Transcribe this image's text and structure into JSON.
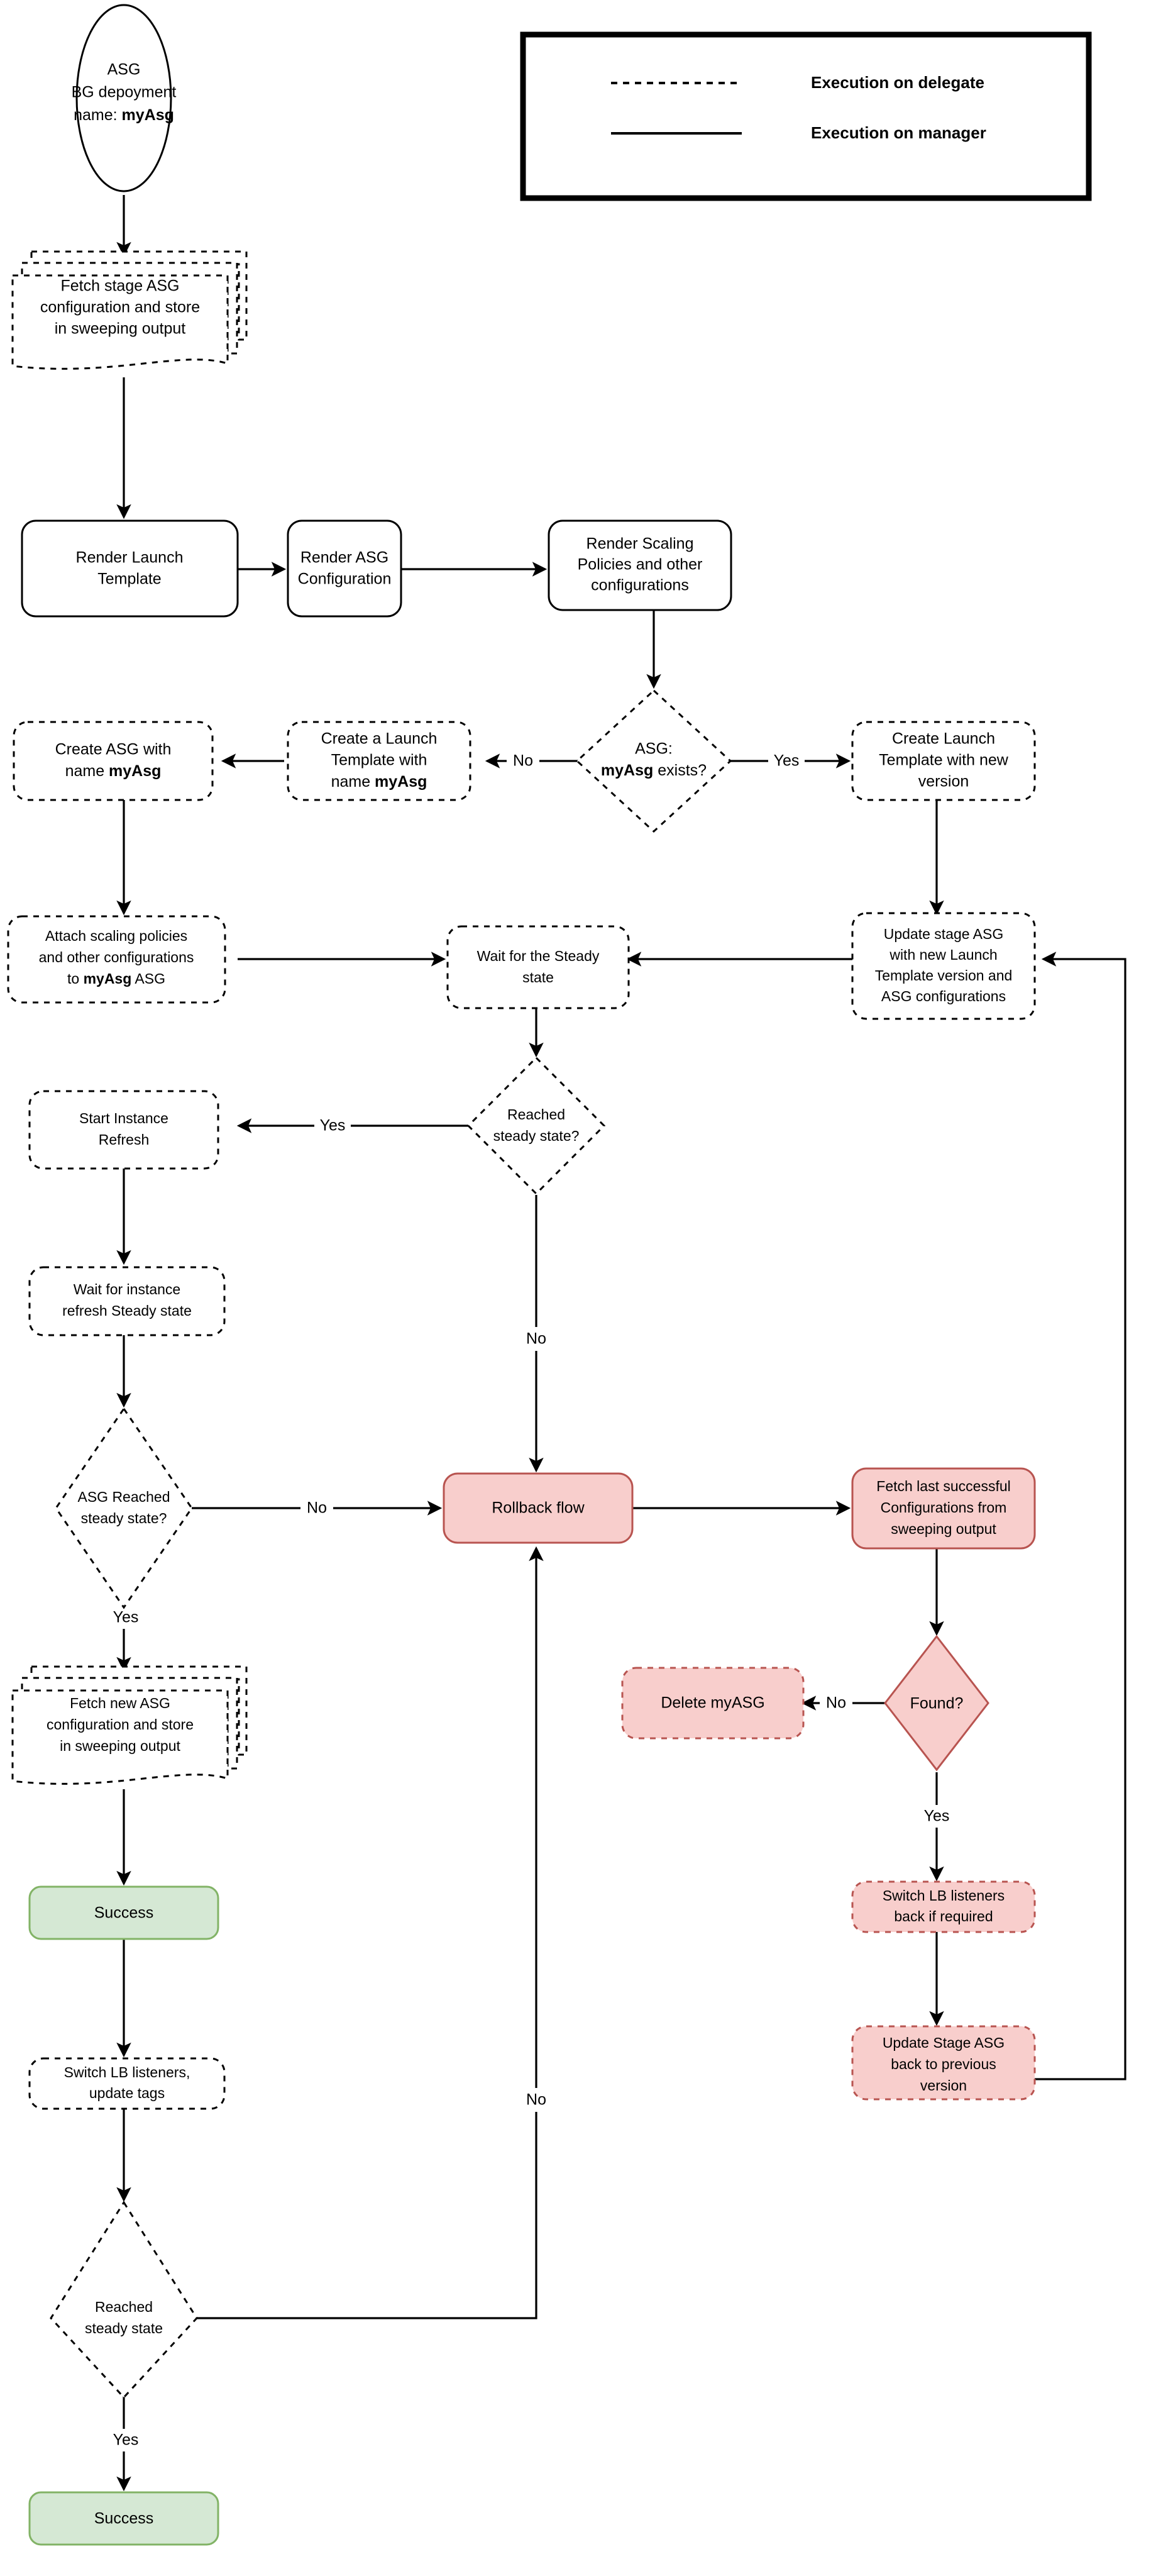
{
  "diagram": {
    "title": "ASG Blue-Green Deployment Flowchart",
    "colors": {
      "pink_fill": "#f8cecc",
      "pink_stroke": "#b85450",
      "green_fill": "#d5e8d4",
      "green_stroke": "#82b366",
      "default_stroke": "#000000",
      "default_fill": "#ffffff"
    },
    "legend": {
      "items": [
        {
          "style": "dashed",
          "label": "Execution on delegate"
        },
        {
          "style": "solid",
          "label": "Execution on manager"
        }
      ]
    },
    "nodes": {
      "start": {
        "line1": "ASG",
        "line2": "BG depoyment",
        "line3_prefix": "name: ",
        "line3_bold": "myAsg"
      },
      "fetch_stage_asg": {
        "line1": "Fetch stage ASG",
        "line2": "configuration and store",
        "line3": "in sweeping output"
      },
      "render_launch_template": {
        "line1": "Render Launch",
        "line2": "Template"
      },
      "render_asg_configuration": {
        "line1": "Render ASG",
        "line2": "Configuration"
      },
      "render_scaling_policies": {
        "line1": "Render Scaling",
        "line2": "Policies and other",
        "line3": "configurations"
      },
      "asg_exists": {
        "line1": "ASG:",
        "line2_bold": "myAsg",
        "line2_rest": " exists?"
      },
      "create_launch_template_new_version": {
        "line1": "Create Launch",
        "line2": "Template with new",
        "line3": "version"
      },
      "create_launch_template_myasg": {
        "line1": "Create a Launch",
        "line2": "Template with",
        "line3_prefix": "name ",
        "line3_bold": "myAsg"
      },
      "create_asg_myasg": {
        "line1": "Create ASG with",
        "line2_prefix": "name ",
        "line2_bold": "myAsg"
      },
      "attach_scaling_policies": {
        "line1": "Attach scaling policies",
        "line2": "and other configurations",
        "line3_prefix": "to ",
        "line3_bold": "myAsg",
        "line3_suffix": " ASG"
      },
      "wait_steady_state": {
        "line1": "Wait for the Steady",
        "line2": "state"
      },
      "update_stage_asg": {
        "line1": "Update stage ASG",
        "line2": "with new Launch",
        "line3": "Template version and",
        "line4": "ASG configurations"
      },
      "reached_steady_state_1": {
        "line1": "Reached",
        "line2": "steady state?"
      },
      "start_instance_refresh": {
        "line1": "Start Instance",
        "line2": "Refresh"
      },
      "wait_instance_refresh": {
        "line1": "Wait for instance",
        "line2": "refresh Steady state"
      },
      "asg_reached_steady_state": {
        "line1": "ASG Reached",
        "line2": "steady state?"
      },
      "rollback_flow": {
        "line1": "Rollback flow"
      },
      "fetch_last_successful": {
        "line1": "Fetch last successful",
        "line2": "Configurations from",
        "line3": "sweeping output"
      },
      "delete_myasg": {
        "line1": "Delete myASG"
      },
      "found": {
        "line1": "Found?"
      },
      "fetch_new_asg": {
        "line1": "Fetch new ASG",
        "line2": "configuration and store",
        "line3": "in sweeping output"
      },
      "success_1": {
        "line1": "Success"
      },
      "switch_lb_listeners_back": {
        "line1": "Switch LB listeners",
        "line2": "back if required"
      },
      "switch_lb_listeners_update_tags": {
        "line1": "Switch LB listeners,",
        "line2": "update tags"
      },
      "update_stage_asg_previous": {
        "line1": "Update Stage ASG",
        "line2": "back to previous",
        "line3": "version"
      },
      "reached_steady_state_2": {
        "line1": "Reached",
        "line2": "steady state"
      },
      "success_2": {
        "line1": "Success"
      }
    },
    "edge_labels": {
      "asg_exists_no": "No",
      "asg_exists_yes": "Yes",
      "reached_steady_yes": "Yes",
      "reached_steady_no": "No",
      "asg_reached_no": "No",
      "asg_reached_yes": "Yes",
      "found_no": "No",
      "found_yes": "Yes",
      "reached_steady2_no": "No",
      "reached_steady2_yes": "Yes"
    }
  }
}
